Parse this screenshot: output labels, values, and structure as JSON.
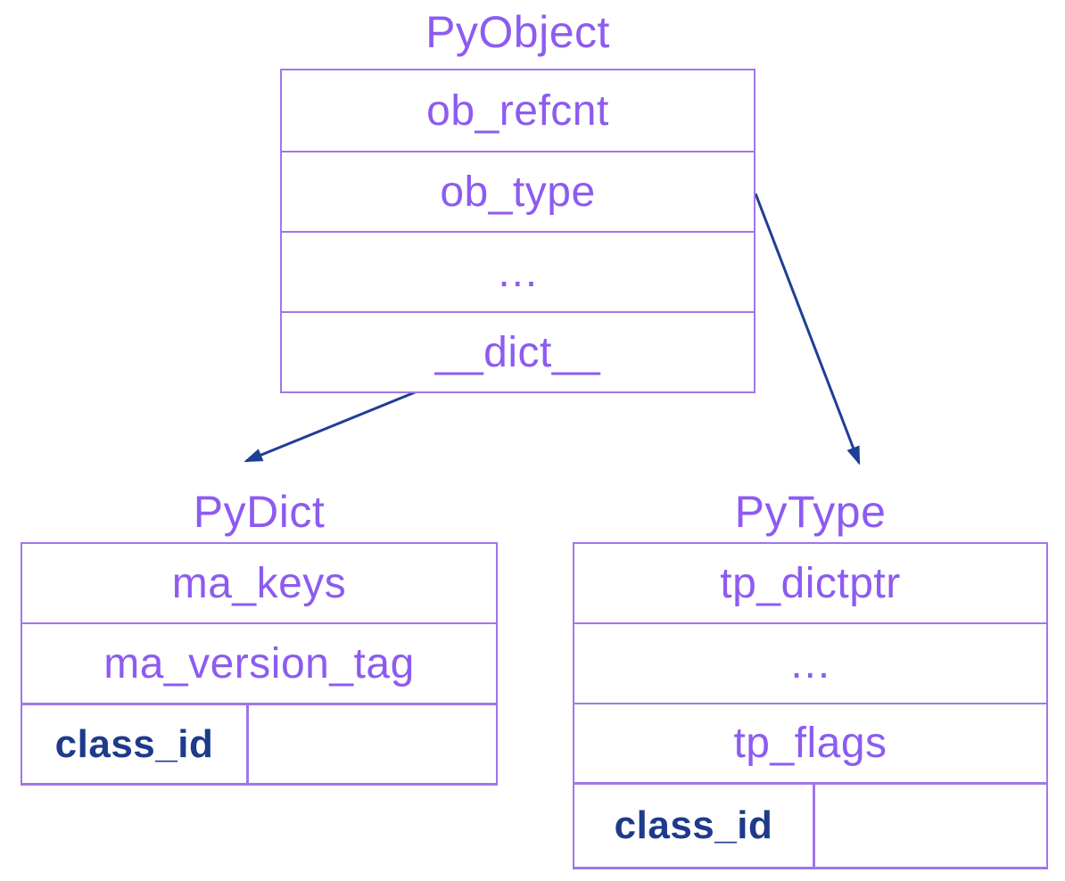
{
  "colors": {
    "purple_text": "#8d5bf1",
    "purple_border": "#a176ea",
    "navy_text": "#1e3a8a",
    "navy_arrow": "#1f3e96",
    "background": "#ffffff"
  },
  "pyobject": {
    "title": "PyObject",
    "rows": [
      "ob_refcnt",
      "ob_type",
      "…",
      "__dict__"
    ]
  },
  "pydict": {
    "title": "PyDict",
    "rows": [
      "ma_keys",
      "ma_version_tag"
    ],
    "class_row": {
      "label": "class_id",
      "value": ""
    }
  },
  "pytype": {
    "title": "PyType",
    "rows": [
      "tp_dictptr",
      "…",
      "tp_flags"
    ],
    "class_row": {
      "label": "class_id",
      "value": ""
    }
  }
}
